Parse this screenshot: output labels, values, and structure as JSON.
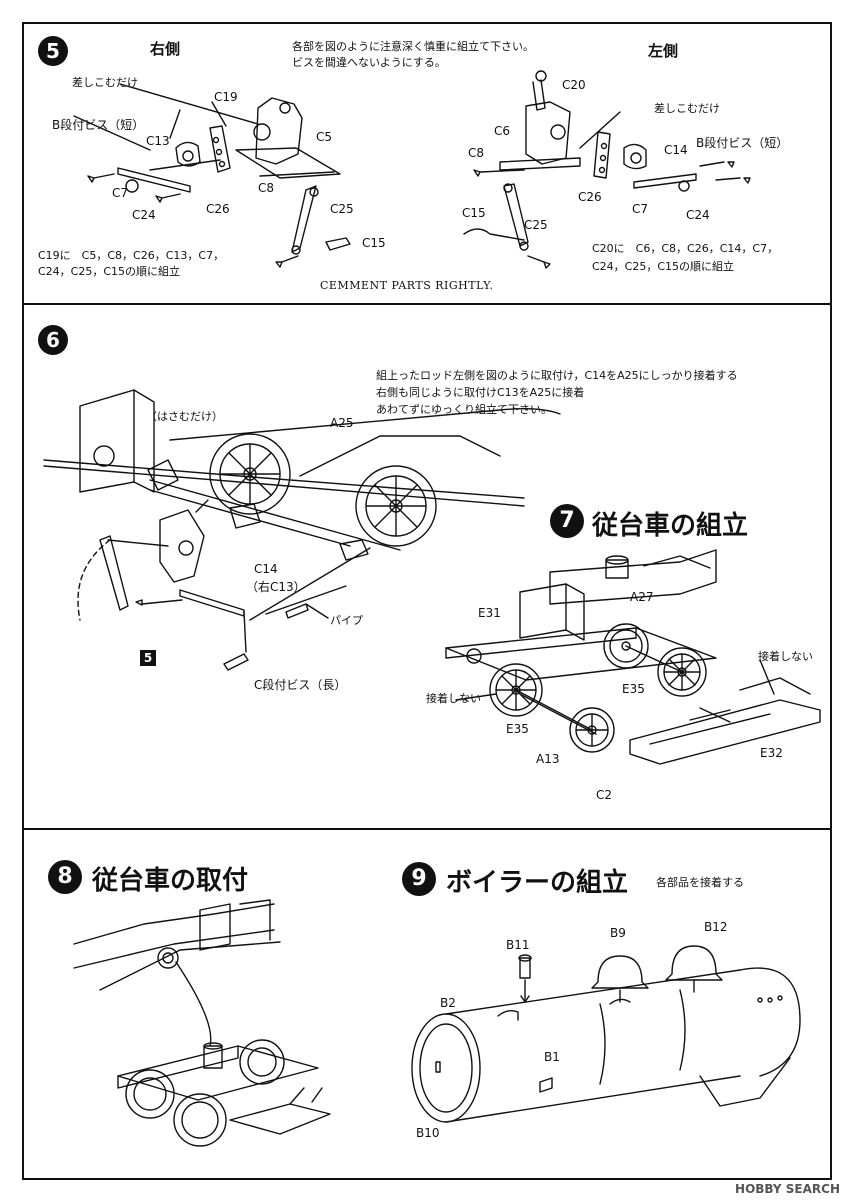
{
  "step5": {
    "number": "5",
    "right_side": "右側",
    "left_side": "左側",
    "note": [
      "各部を図のように注意深く慎重に組立て下さい。",
      "ビスを間違へないようにする。"
    ],
    "caption_en": "CEMMENT PARTS RIGHTLY.",
    "right": {
      "insert_only": "差しこむだけ",
      "screw": "B段付ビス（短）",
      "parts": [
        "C19",
        "C13",
        "C5",
        "C7",
        "C8",
        "C24",
        "C26",
        "C25",
        "C15"
      ],
      "instructions": [
        "C19に　C5，C8，C26，C13，C7，",
        "C24，C25，C15の順に組立"
      ]
    },
    "left": {
      "insert_only": "差しこむだけ",
      "screw": "B段付ビス（短）",
      "parts": [
        "C20",
        "C6",
        "C8",
        "C14",
        "C26",
        "C7",
        "C24",
        "C15",
        "C25"
      ],
      "instructions": [
        "C20に　C6，C8，C26，C14，C7，",
        "C24，C25，C15の順に組立"
      ]
    }
  },
  "step6": {
    "number": "6",
    "note": [
      "組上ったロッド左側を図のように取付け，C14をA25にしっかり接着する",
      "右側も同じように取付けC13をA25に接着",
      "あわてずにゆっくり組立て下さい。"
    ],
    "clip_only": "（はさむだけ）",
    "part_a25": "A25",
    "part_c14": "C14",
    "part_c13": "（右C13）",
    "pipe": "パイプ",
    "ref_step": "5",
    "screw": "C段付ビス（長）"
  },
  "step7": {
    "number": "7",
    "title": "従台車の組立",
    "parts": [
      "E31",
      "A27",
      "E35",
      "E35",
      "A13",
      "C2",
      "E32"
    ],
    "no_glue_1": "接着しない",
    "no_glue_2": "接着しない"
  },
  "step8": {
    "number": "8",
    "title": "従台車の取付"
  },
  "step9": {
    "number": "9",
    "title": "ボイラーの組立",
    "subtitle": "各部品を接着する",
    "parts": [
      "B11",
      "B9",
      "B12",
      "B2",
      "B1",
      "B10"
    ]
  },
  "watermark": "HOBBY SEARCH"
}
